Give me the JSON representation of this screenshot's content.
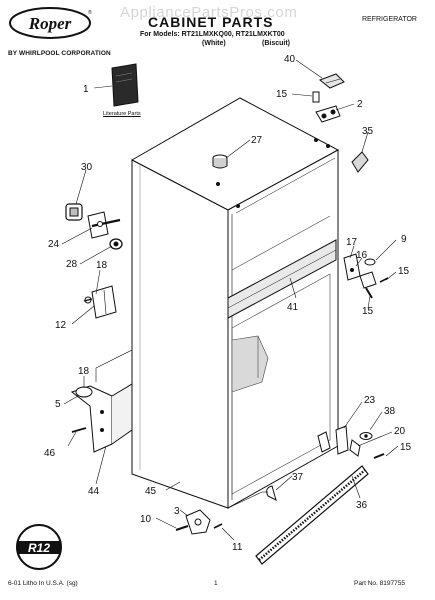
{
  "header": {
    "brand": "Roper",
    "brand_subtitle": "BY WHIRLPOOL CORPORATION",
    "watermark": "AppliancePartsPros.com",
    "title": "CABINET PARTS",
    "models_line": "For Models: RT21LMXKQ00, RT21LMXKT00",
    "variant_white": "(White)",
    "variant_biscuit": "(Biscuit)",
    "category": "REFRIGERATOR"
  },
  "diagram": {
    "literature_label": "Literature Parts",
    "badge_text": "R12",
    "callouts": {
      "c1": "1",
      "c2": "2",
      "c3": "3",
      "c5": "5",
      "c9": "9",
      "c10": "10",
      "c11": "11",
      "c12": "12",
      "c15a": "15",
      "c15b": "15",
      "c15c": "15",
      "c15d": "15",
      "c16": "16",
      "c17": "17",
      "c18a": "18",
      "c18b": "18",
      "c20": "20",
      "c23": "23",
      "c24": "24",
      "c27": "27",
      "c28": "28",
      "c30": "30",
      "c35": "35",
      "c36": "36",
      "c37": "37",
      "c38": "38",
      "c40": "40",
      "c41": "41",
      "c44": "44",
      "c45": "45",
      "c46": "46"
    }
  },
  "footer": {
    "print_info": "6-01 Litho In U.S.A. (sg)",
    "page_number": "1",
    "part_number": "Part No. 8197755"
  }
}
